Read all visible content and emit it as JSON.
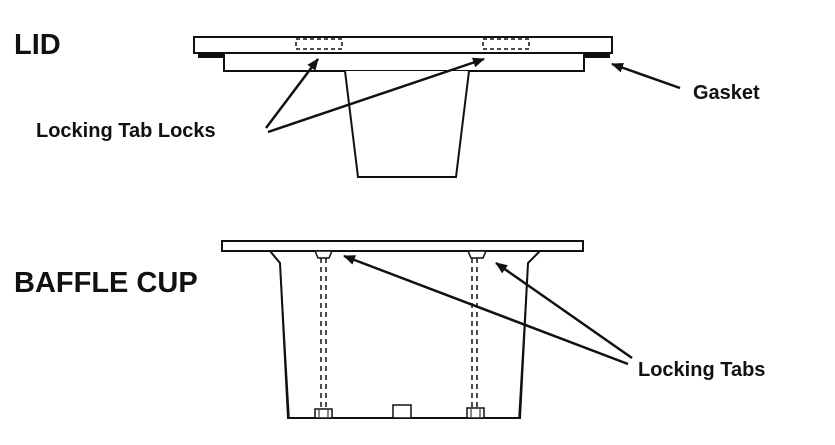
{
  "lid": {
    "title": "LID",
    "locking_tab_locks_label": "Locking Tab Locks",
    "gasket_label": "Gasket"
  },
  "baffle_cup": {
    "title": "BAFFLE CUP",
    "locking_tabs_label": "Locking Tabs"
  },
  "colors": {
    "ink": "#111111",
    "background": "#ffffff"
  }
}
